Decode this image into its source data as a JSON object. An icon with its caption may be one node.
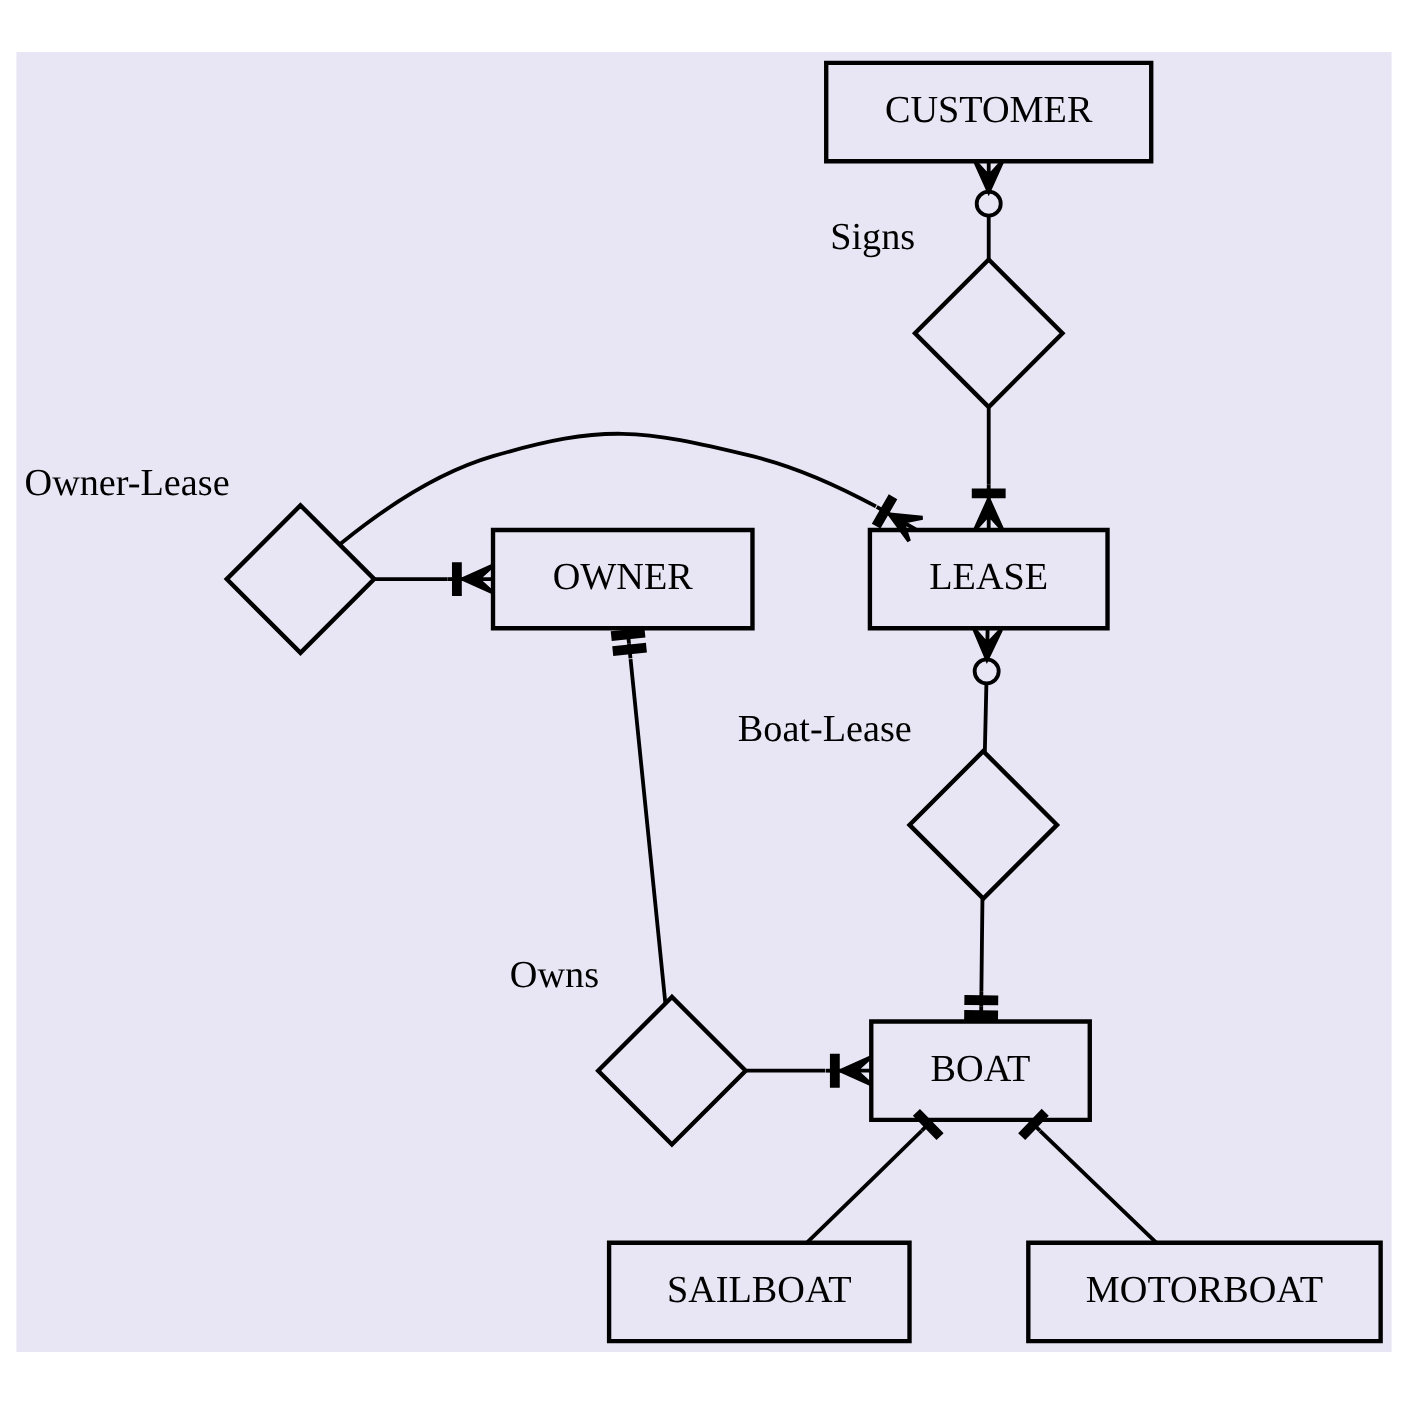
{
  "diagram": {
    "nodes": [
      {
        "text": [
          "CUSTOMER"
        ]
      },
      {
        "text": [],
        "shape": "diamond",
        "beside": [
          "Signs"
        ]
      },
      {
        "text": [
          "OWNER"
        ]
      },
      {
        "text": [],
        "shape": "diamond",
        "beside": [
          "Owner-Lease"
        ]
      },
      {
        "text": [
          "LEASE"
        ]
      },
      {
        "text": [],
        "shape": "diamond",
        "beside": [
          "Boat-Lease"
        ]
      },
      {
        "text": [],
        "shape": "diamond",
        "beside": [
          "Owns"
        ]
      },
      {
        "text": [
          "BOAT"
        ]
      },
      {
        "text": [
          "SAILBOAT"
        ]
      },
      {
        "text": [
          "MOTORBOAT"
        ]
      }
    ],
    "edges": [
      {
        "from": 1,
        "to": 0,
        "arrow": "other"
      },
      {
        "from": 1,
        "to": 4,
        "arrow": "other"
      },
      {
        "from": 3,
        "to": 2,
        "arrow": "other"
      },
      {
        "from": 3,
        "to": 4,
        "arrow": "other"
      },
      {
        "from": 5,
        "to": 4,
        "arrow": "other"
      },
      {
        "from": 5,
        "to": 7,
        "arrow": "other"
      },
      {
        "from": 6,
        "to": 2,
        "arrow": "other"
      },
      {
        "from": 6,
        "to": 7,
        "arrow": "other"
      },
      {
        "from": 7,
        "to": 8,
        "arrow": "other"
      },
      {
        "from": 7,
        "to": 9,
        "arrow": "other"
      }
    ]
  }
}
